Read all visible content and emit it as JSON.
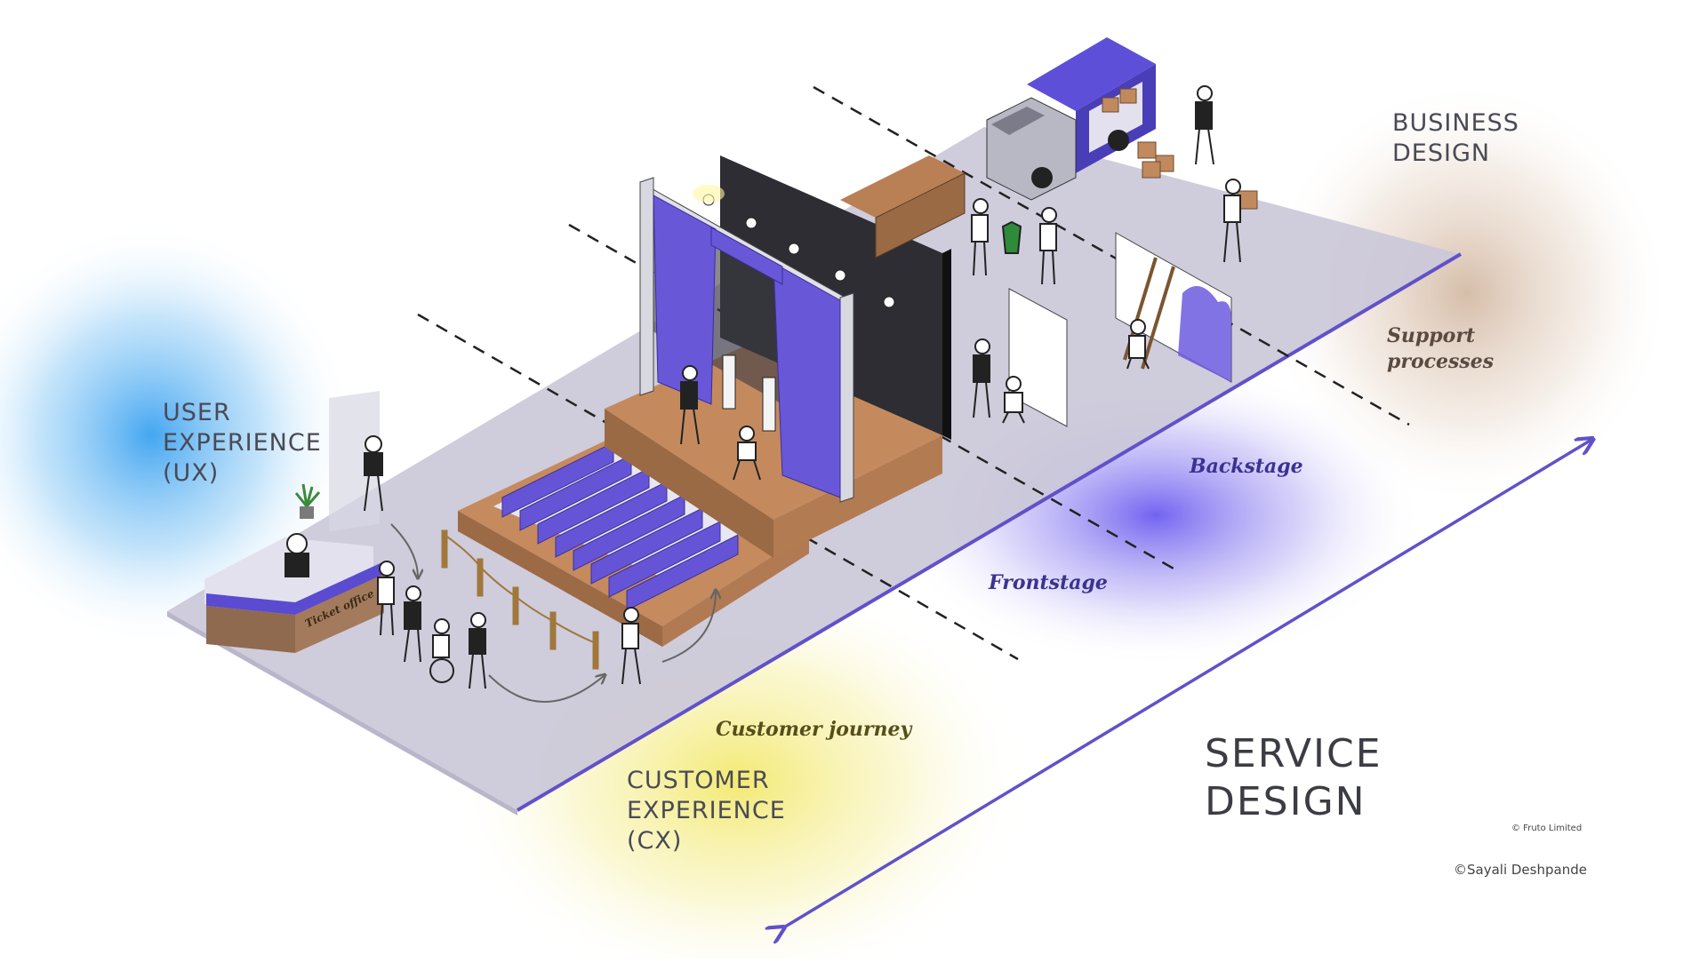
{
  "labels": {
    "user_experience": "USER EXPERIENCE (UX)",
    "customer_experience": "CUSTOMER EXPERIENCE (CX)",
    "business_design": "BUSINESS DESIGN",
    "service_design": "SERVICE DESIGN",
    "customer_journey": "Customer journey",
    "frontstage": "Frontstage",
    "backstage": "Backstage",
    "support_processes": "Support processes",
    "ticket_office": "Ticket office"
  },
  "credits": {
    "fruto": "© Fruto Limited",
    "author": "©Sayali Deshpande"
  },
  "colors": {
    "ux_glow": "#3aa6f0",
    "cx_glow": "#f3ea6e",
    "business_glow": "#c9a98a",
    "backstage_glow": "#6b5cf0",
    "floor": "#c9c6d8",
    "stage_wood": "#c48a5e",
    "curtain": "#6a5bd6",
    "accent_line": "#6151c9"
  }
}
